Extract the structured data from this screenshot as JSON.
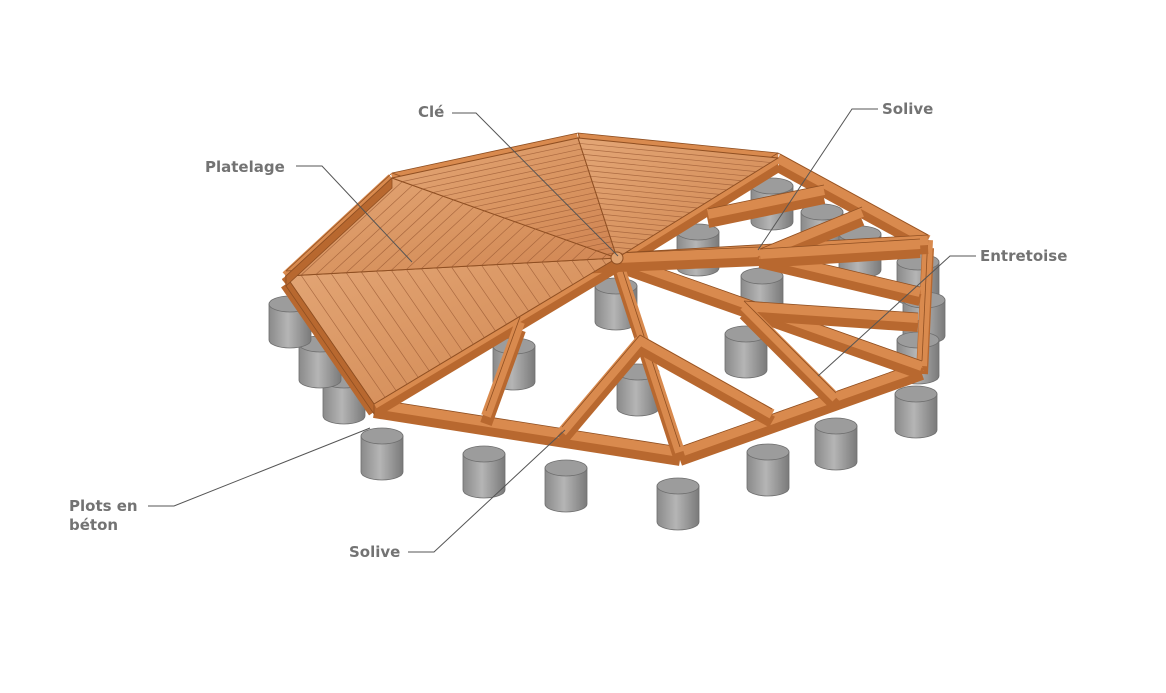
{
  "labels": {
    "cle": "Clé",
    "platelage": "Platelage",
    "solive_top": "Solive",
    "entretoise": "Entretoise",
    "plots_line1": "Plots en",
    "plots_line2": "béton",
    "solive_bottom": "Solive"
  },
  "colors": {
    "wood_top": "#d98a4e",
    "wood_side": "#b8682f",
    "deck_light": "#dc9a6b",
    "deck_line": "#9b5a34",
    "concrete": "#a9a9a9",
    "concrete_dark": "#7c7c7c",
    "leader": "#555555",
    "text": "#737373"
  }
}
